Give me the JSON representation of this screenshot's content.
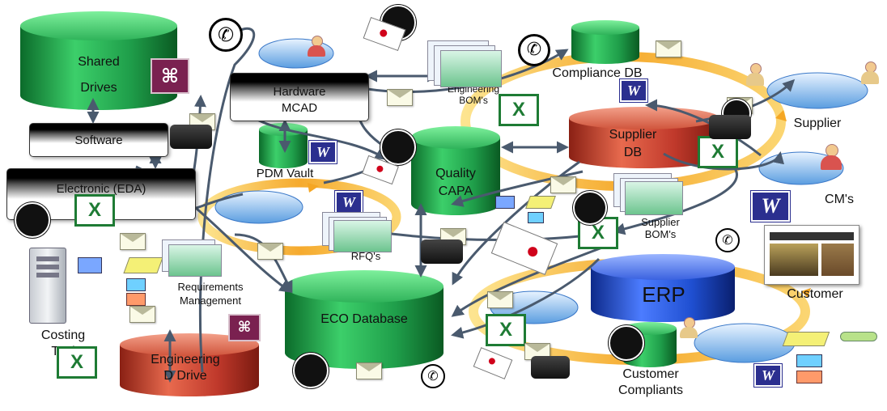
{
  "nodes": {
    "shared_drives": {
      "line1": "Shared",
      "line2": "Drives"
    },
    "software": "Software",
    "electronic": "Electronic (EDA)",
    "hardware": {
      "line1": "Hardware",
      "line2": "MCAD"
    },
    "pdm_vault": "PDM Vault",
    "engineering_bom": {
      "line1": "Engineering",
      "line2": "BOM's"
    },
    "compliance_db": "Compliance DB",
    "quality": {
      "line1": "Quality",
      "line2": "CAPA"
    },
    "supplier_db": {
      "line1": "Supplier",
      "line2": "DB"
    },
    "supplier": "Supplier",
    "cms": "CM's",
    "supplier_bom": {
      "line1": "Supplier",
      "line2": "BOM's"
    },
    "rfqs": "RFQ's",
    "requirements": {
      "line1": "Requirements",
      "line2": "Management"
    },
    "eco_database": "ECO Database",
    "erp": "ERP",
    "customer": "Customer",
    "costing_tool": {
      "line1": "Costing",
      "line2": "Tool"
    },
    "engineering_drive": {
      "line1": "Engineering",
      "line2": "D Drive"
    },
    "customer_complaints": {
      "line1": "Customer",
      "line2": "Compliants"
    }
  },
  "icons": {
    "excel_letter": "X",
    "word_letter": "W",
    "access_letter": "⌘",
    "phone_glyph": "✆"
  },
  "colors": {
    "green_db": "#1f9e4a",
    "red_db": "#c0392b",
    "blue_db": "#1f4fd1",
    "arrow": "#4a5a6e",
    "cycle_orange": "#f5a623",
    "excel_green": "#1e7b34",
    "word_blue": "#2b2f8f",
    "access_purple": "#7a2150"
  }
}
